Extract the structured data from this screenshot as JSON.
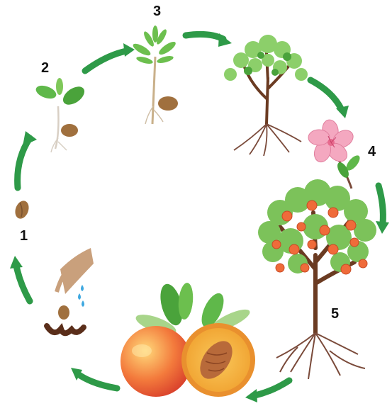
{
  "stages": [
    {
      "number": "1",
      "name": "seed"
    },
    {
      "number": "2",
      "name": "seedling"
    },
    {
      "number": "3",
      "name": "sapling"
    },
    {
      "number": "4",
      "name": "flower"
    },
    {
      "number": "5",
      "name": "fruiting-tree"
    }
  ],
  "colors": {
    "arrow": "#2e9a48",
    "leaf": "#5fb84a",
    "trunk": "#6b3b22",
    "root": "#7a4a3a",
    "seed": "#a0703e",
    "blossom": "#f4a8c0",
    "fruit": "#ef6b3a",
    "peach_flesh": "#f6b43c",
    "water": "#3ea8e0"
  },
  "icons": [
    "seed-icon",
    "seedling-icon",
    "sapling-icon",
    "young-tree-icon",
    "blossom-icon",
    "fruit-tree-icon",
    "peach-fruit-icon",
    "sprouting-seed-icon",
    "cycle-arrow-icon"
  ]
}
